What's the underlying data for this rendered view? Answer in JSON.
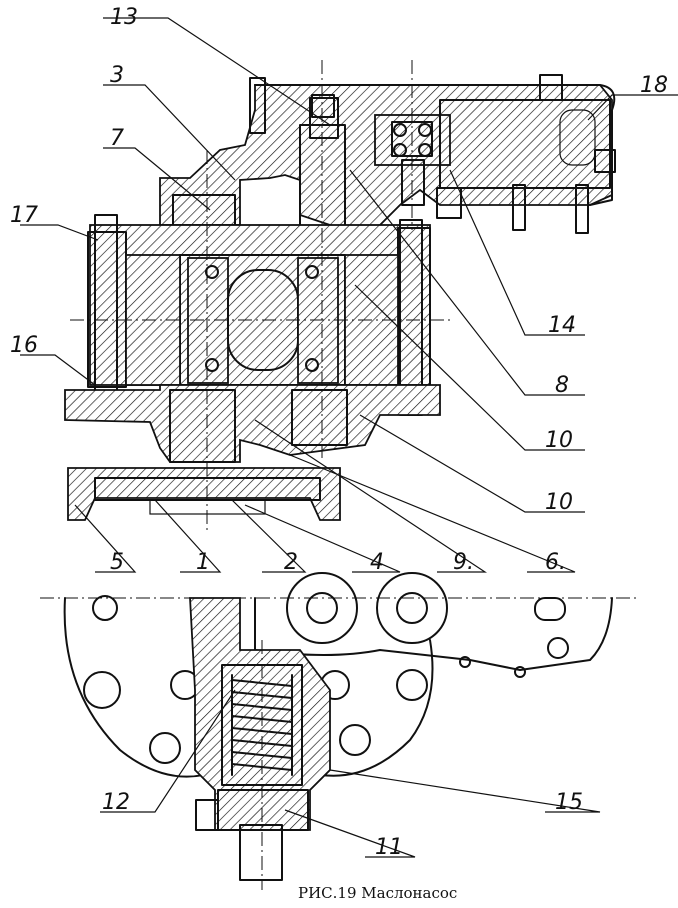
{
  "figure": {
    "caption": "РИС.19 Маслонасос"
  },
  "callouts": {
    "n1": "1",
    "n2": "2",
    "n3": "3",
    "n4": "4",
    "n5": "5",
    "n6": "6.",
    "n7": "7",
    "n8": "8",
    "n9": "9.",
    "n10a": "10",
    "n10b": "10",
    "n11": "11",
    "n12": "12",
    "n13": "13",
    "n14": "14",
    "n15": "15",
    "n16": "16",
    "n17": "17",
    "n18": "18"
  }
}
